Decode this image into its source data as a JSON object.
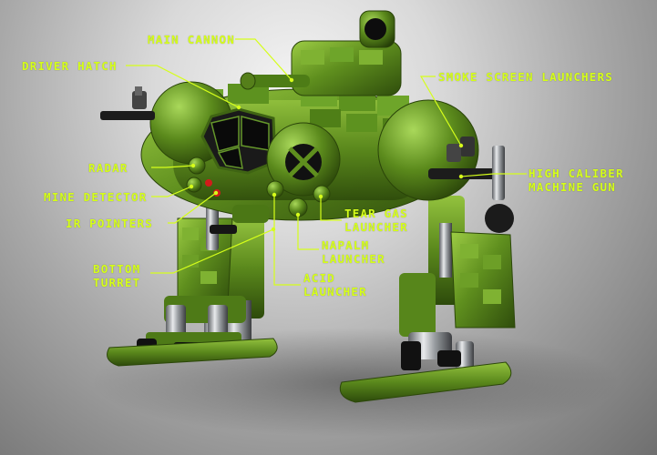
{
  "title": "",
  "theme": {
    "label_color": "#d6ff1a",
    "body_green": "#5f8f1e",
    "dark_green": "#3e6312",
    "light_green": "#8fbf3a",
    "metal": "#b9bcc0",
    "black": "#141414",
    "red_pointer": "#d11b1b"
  },
  "labels": {
    "main_cannon": "MAIN CANNON",
    "driver_hatch": "DRIVER HATCH",
    "smoke_screen_launchers": "SMOKE SCREEN LAUNCHERS",
    "radar": "RADAR",
    "high_caliber_line1": "HIGH CALIBER",
    "high_caliber_line2": "MACHINE GUN",
    "mine_detector": "MINE DETECTOR",
    "ir_pointers": "IR POINTERS",
    "tear_gas_line1": "TEAR GAS",
    "tear_gas_line2": "LAUNCHER",
    "napalm_line1": "NAPALM",
    "napalm_line2": "LAUNCHER",
    "bottom_turret_line1": "BOTTOM",
    "bottom_turret_line2": "TURRET",
    "acid_line1": "ACID",
    "acid_line2": "LAUNCHER"
  }
}
